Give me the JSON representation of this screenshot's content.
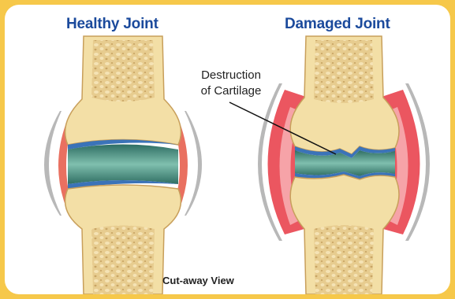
{
  "titles": {
    "healthy": "Healthy Joint",
    "damaged": "Damaged Joint"
  },
  "annotation": {
    "line1": "Destruction",
    "line2": "of Cartilage"
  },
  "caption": "Cut-away View",
  "colors": {
    "frame_border": "#f6c84a",
    "title": "#1b4a9c",
    "bone": "#f3dfa6",
    "marrow": "#e3c27c",
    "cartilage_blue": "#3b73b8",
    "synovial_fluid": "#5f9f8e",
    "inflamed": "#e9444f"
  }
}
